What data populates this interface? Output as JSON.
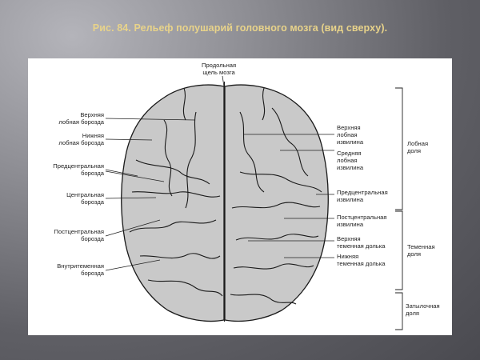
{
  "title": "Рис. 84. Рельеф полушарий головного мозга (вид сверху).",
  "colors": {
    "title": "#e8d38a",
    "panel": "#ffffff",
    "brain_fill": "#c9c9c9",
    "outline": "#1a1a1a"
  },
  "labels": {
    "top": {
      "longitudinal_fissure": "Продольная\nщель мозга"
    },
    "left": [
      {
        "id": "superior-frontal-sulcus",
        "text": "Верхняя\nлобная борозда"
      },
      {
        "id": "inferior-frontal-sulcus",
        "text": "Нижняя\nлобная борозда"
      },
      {
        "id": "precentral-sulcus",
        "text": "Предцентральная\nборозда"
      },
      {
        "id": "central-sulcus",
        "text": "Центральная\nборозда"
      },
      {
        "id": "postcentral-sulcus",
        "text": "Постцентральная\nборозда"
      },
      {
        "id": "intraparietal-sulcus",
        "text": "Внутритеменная\nборозда"
      }
    ],
    "right": [
      {
        "id": "superior-frontal-gyrus",
        "text": "Верхняя\nлобная\nизвилина"
      },
      {
        "id": "middle-frontal-gyrus",
        "text": "Средняя\nлобная\nизвилина"
      },
      {
        "id": "precentral-gyrus",
        "text": "Предцентральная\nизвилина"
      },
      {
        "id": "postcentral-gyrus",
        "text": "Постцентральная\nизвилина"
      },
      {
        "id": "superior-parietal-lobule",
        "text": "Верхняя\nтеменная долька"
      },
      {
        "id": "inferior-parietal-lobule",
        "text": "Нижняя\nтеменная долька"
      }
    ],
    "lobes": [
      {
        "id": "frontal-lobe",
        "text": "Лобная\nдоля"
      },
      {
        "id": "parietal-lobe",
        "text": "Теменная\nдоля"
      },
      {
        "id": "occipital-lobe",
        "text": "Затылочная\nдоля"
      }
    ]
  }
}
